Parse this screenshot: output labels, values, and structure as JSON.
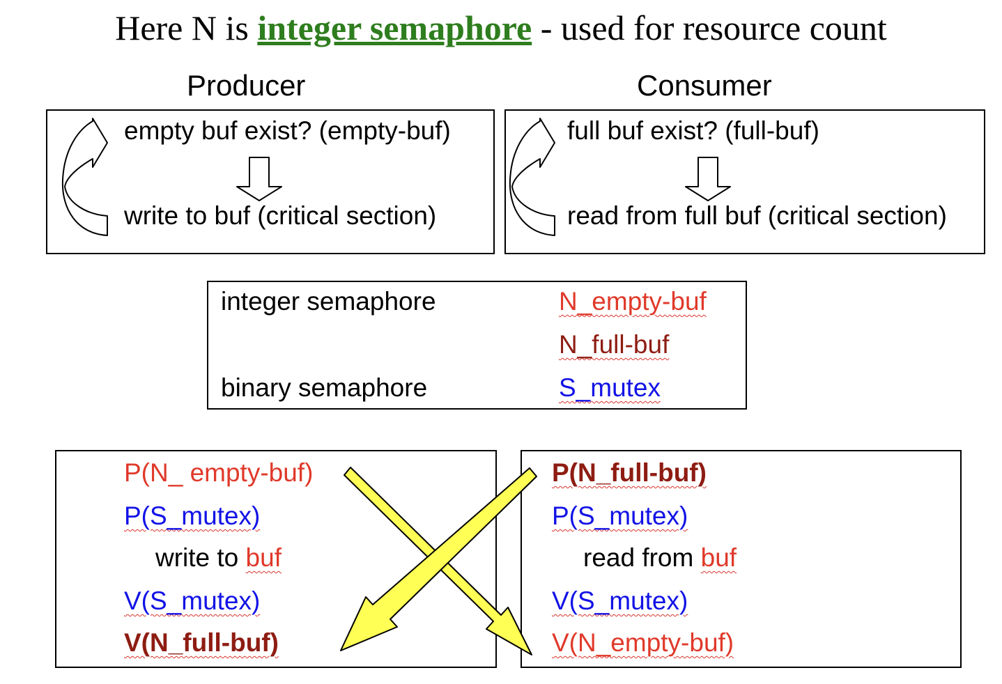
{
  "title": {
    "prefix": "Here N is ",
    "highlight": "integer semaphore",
    "suffix": " - used for  resource count"
  },
  "producer": {
    "heading": "Producer",
    "step1": "empty buf exist? (empty-buf)",
    "step2": "write to buf (critical section)"
  },
  "consumer": {
    "heading": "Consumer",
    "step1": "full buf exist? (full-buf)",
    "step2": "read from full buf (critical section)"
  },
  "semaphores": {
    "integer_label": "integer semaphore",
    "integer_items": [
      "N_empty-buf",
      "N_full-buf"
    ],
    "binary_label": "binary semaphore",
    "binary_item": "S_mutex"
  },
  "producer_code": [
    "P(N_ empty-buf)",
    "P(S_mutex)",
    "write to ",
    "buf",
    "V(S_mutex)",
    "V(N_full-buf)"
  ],
  "consumer_code": [
    "P(N_full-buf)",
    "P(S_mutex)",
    "read from ",
    "buf",
    "V(S_mutex)",
    "V(N_empty-buf)"
  ],
  "colors": {
    "title_highlight": "#2e7d1e",
    "counting_red": "#e0392a",
    "counting_dark_red": "#8e1c12",
    "mutex_blue": "#1212e6",
    "cross_arrow_fill": "#ffff55"
  }
}
